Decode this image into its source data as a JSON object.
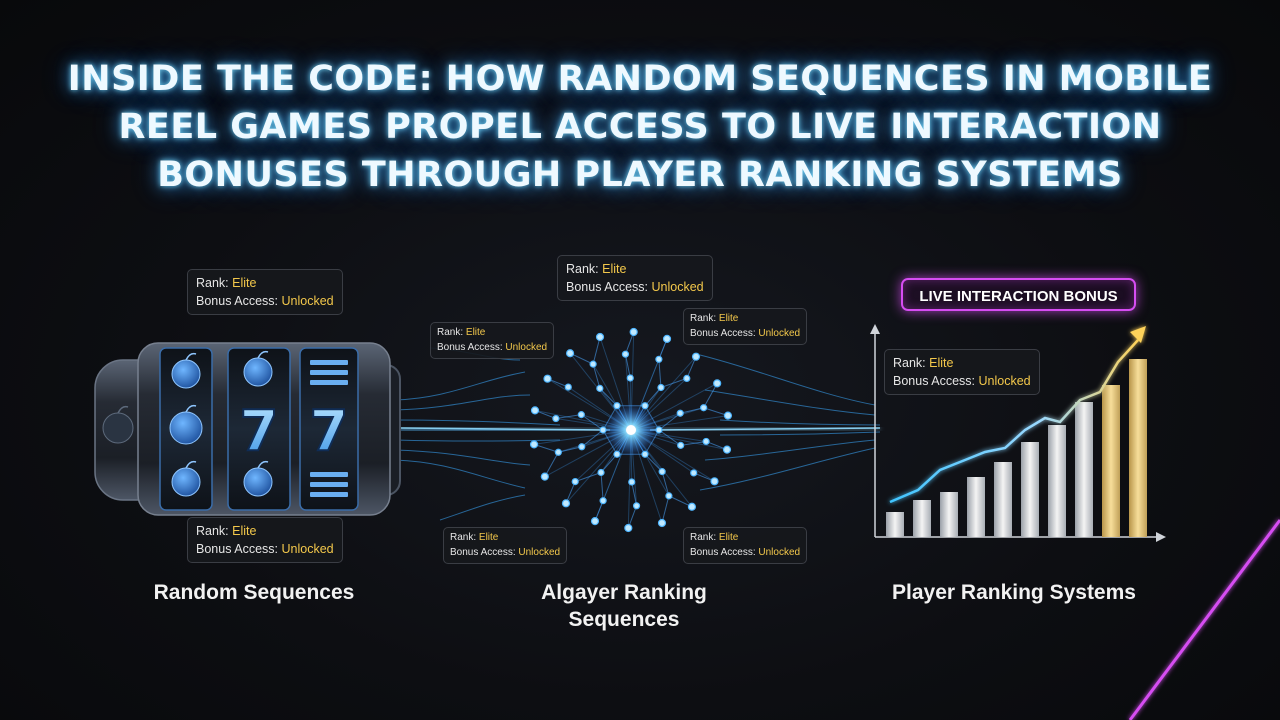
{
  "title_lines": [
    "INSIDE THE CODE: HOW RANDOM SEQUENCES IN MOBILE",
    "REEL GAMES PROPEL ACCESS TO LIVE INTERACTION",
    "BONUSES THROUGH PLAYER RANKING SYSTEMS"
  ],
  "info_card": {
    "rank_label": "Rank:",
    "rank_value": "Elite",
    "bonus_label": "Bonus Access:",
    "bonus_value": "Unlocked"
  },
  "reel_symbols": {
    "seven": "7"
  },
  "bonus_badge": "LIVE INTERACTION BONUS",
  "captions": {
    "left": "Random Sequences",
    "center_line1": "Algayer Ranking",
    "center_line2": "Sequences",
    "right": "Player Ranking Systems"
  },
  "colors": {
    "accent_cyan": "#43c6ff",
    "accent_gold": "#f3c84b",
    "accent_magenta": "#d64df2"
  },
  "icons": [
    "slot-machine-icon",
    "apple-icon",
    "neural-network-icon",
    "growth-chart-icon",
    "trend-arrow-icon"
  ]
}
